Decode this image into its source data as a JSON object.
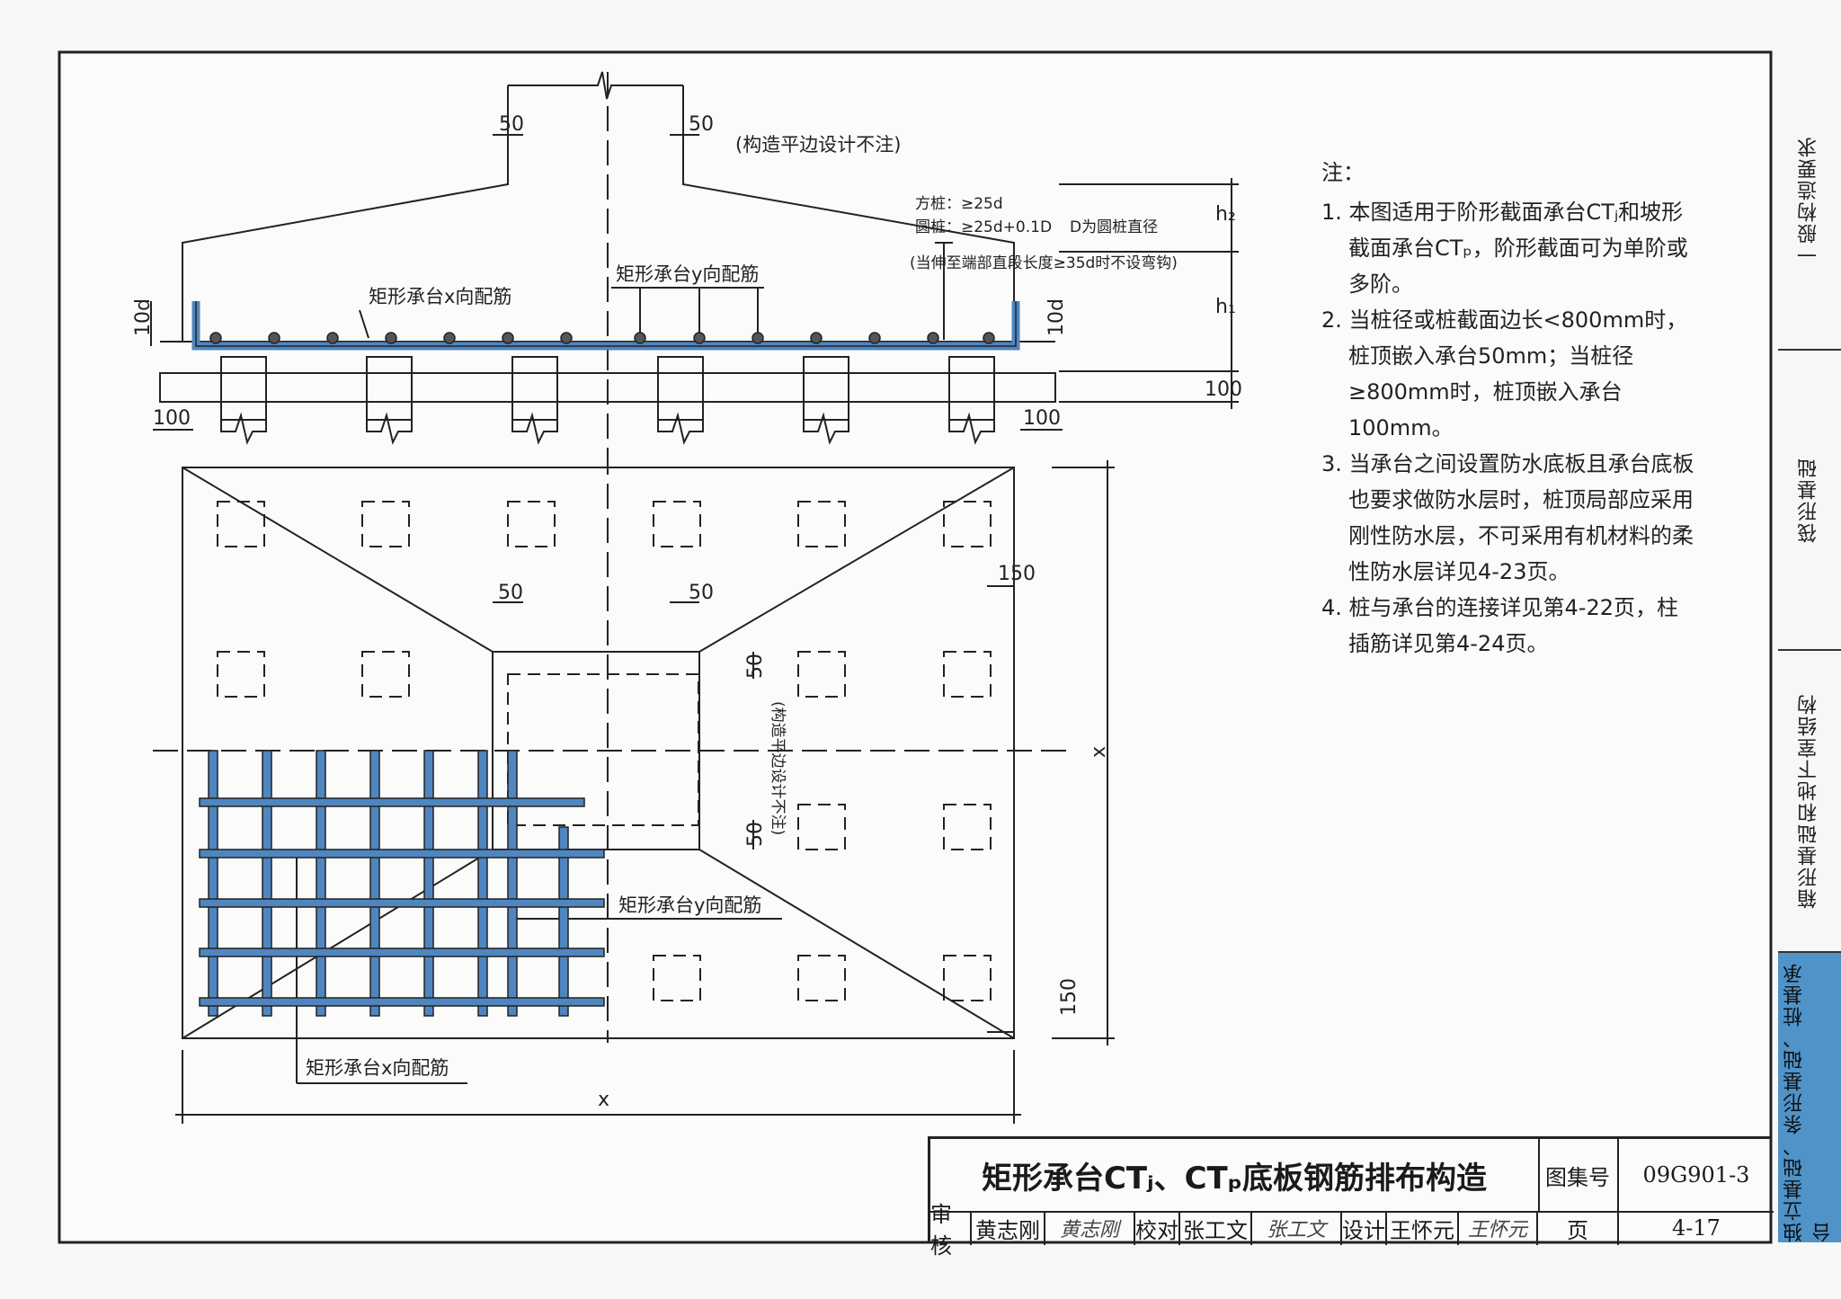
{
  "drawing": {
    "top_dims": {
      "inset_left": "50",
      "inset_right": "50",
      "note_inset": "(构造平边设计不注)"
    },
    "embed_note": {
      "square": "方桩：≥25d",
      "round": "圆桩：≥25d+0.1D",
      "d_note": "D为圆桩直径",
      "hook_note": "(当伸至端部直段长度≥35d时不设弯钩)"
    },
    "side_dims": {
      "h2": "h₂",
      "h1": "h₁",
      "hook_left": "10d",
      "hook_right": "10d",
      "bottom": "100",
      "edge_left": "100",
      "edge_right": "100"
    },
    "section_labels": {
      "x_bars": "矩形承台x向配筋",
      "y_bars": "矩形承台y向配筋"
    },
    "plan_dims": {
      "inset_left": "50",
      "inset_right": "50",
      "edge_top": "150",
      "edge_bottom": "150",
      "col_top": "50",
      "col_bottom": "50",
      "col_note": "(构造平边设计不注)",
      "x_bottom": "x",
      "x_side": "x"
    },
    "plan_labels": {
      "y_bars": "矩形承台y向配筋",
      "x_bars": "矩形承台x向配筋"
    }
  },
  "notes": {
    "heading": "注：",
    "items": [
      "1. 本图适用于阶形截面承台CTⱼ和坡形截面承台CTₚ，阶形截面可为单阶或多阶。",
      "2. 当桩径或桩截面边长<800mm时，桩顶嵌入承台50mm；当桩径≥800mm时，桩顶嵌入承台100mm。",
      "3. 当承台之间设置防水底板且承台底板也要求做防水层时，桩顶局部应采用刚性防水层，不可采用有机材料的柔性防水层详见4-23页。",
      "4. 桩与承台的连接详见第4-22页，柱插筋详见第4-24页。"
    ]
  },
  "tabs": [
    {
      "label": "一般构造要求",
      "active": false
    },
    {
      "label": "筏形基础",
      "active": false
    },
    {
      "label": "箱形基础和地下室结构",
      "active": false
    },
    {
      "label": "独立基础、条形基础、桩基承台",
      "active": true
    }
  ],
  "title_block": {
    "title": "矩形承台CTⱼ、CTₚ底板钢筋排布构造",
    "atlas_label": "图集号",
    "atlas_no": "09G901-3",
    "page_label": "页",
    "page_no": "4-17",
    "review_label": "审核",
    "reviewer": "黄志刚",
    "reviewer_sig": "黄志刚",
    "check_label": "校对",
    "checker": "张工文",
    "checker_sig": "张工文",
    "design_label": "设计",
    "designer": "王怀元",
    "designer_sig": "王怀元"
  },
  "colors": {
    "rebar": "#4f86c0",
    "tab_active": "#4f93c8"
  }
}
